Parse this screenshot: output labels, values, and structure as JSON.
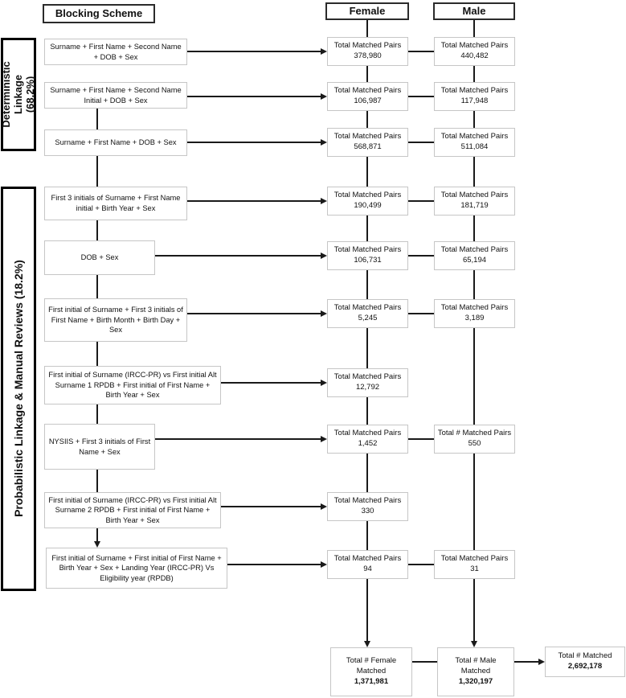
{
  "header": {
    "blocking": "Blocking Scheme",
    "female": "Female",
    "male": "Male"
  },
  "side_labels": [
    "Deterministic Linkage (68.2%)",
    "Probabilistic Linkage & Manual Reviews (18.2%)"
  ],
  "rows": [
    {
      "scheme": "Surname + First Name + Second Name + DOB + Sex",
      "female": {
        "label": "Total Matched Pairs",
        "value": "378,980"
      },
      "male": {
        "label": "Total Matched Pairs",
        "value": "440,482"
      }
    },
    {
      "scheme": "Surname + First Name + Second Name Initial + DOB + Sex",
      "female": {
        "label": "Total Matched Pairs",
        "value": "106,987"
      },
      "male": {
        "label": "Total Matched Pairs",
        "value": "117,948"
      }
    },
    {
      "scheme": "Surname + First Name + DOB + Sex",
      "female": {
        "label": "Total Matched Pairs",
        "value": "568,871"
      },
      "male": {
        "label": "Total Matched Pairs",
        "value": "511,084"
      }
    },
    {
      "scheme": "First 3 initials of Surname + First Name initial + Birth Year + Sex",
      "female": {
        "label": "Total Matched Pairs",
        "value": "190,499"
      },
      "male": {
        "label": "Total Matched Pairs",
        "value": "181,719"
      }
    },
    {
      "scheme": "DOB + Sex",
      "female": {
        "label": "Total Matched Pairs",
        "value": "106,731"
      },
      "male": {
        "label": "Total Matched Pairs",
        "value": "65,194"
      }
    },
    {
      "scheme": "First initial of Surname + First 3 initials of First Name + Birth Month + Birth Day + Sex",
      "female": {
        "label": "Total Matched Pairs",
        "value": "5,245"
      },
      "male": {
        "label": "Total Matched Pairs",
        "value": "3,189"
      }
    },
    {
      "scheme": "First initial of Surname (IRCC-PR) vs First initial Alt Surname 1 RPDB + First initial of First Name + Birth Year + Sex",
      "female": {
        "label": "Total Matched Pairs",
        "value": "12,792"
      }
    },
    {
      "scheme": "NYSIIS + First 3 initials of First Name + Sex",
      "female": {
        "label": "Total Matched Pairs",
        "value": "1,452"
      },
      "male": {
        "label": "Total # Matched Pairs",
        "value": "550"
      }
    },
    {
      "scheme": "First initial of Surname (IRCC-PR) vs First initial Alt Surname 2 RPDB + First initial of First Name + Birth Year + Sex",
      "female": {
        "label": "Total Matched Pairs",
        "value": "330"
      }
    },
    {
      "scheme": "First initial of Surname + First initial of First Name + Birth Year + Sex + Landing Year (IRCC-PR) Vs Eligibility year (RPDB)",
      "female": {
        "label": "Total Matched Pairs",
        "value": "94"
      },
      "male": {
        "label": "Total Matched Pairs",
        "value": "31"
      }
    }
  ],
  "totals": {
    "female": {
      "label": "Total # Female Matched",
      "value": "1,371,981"
    },
    "male": {
      "label": "Total # Male Matched",
      "value": "1,320,197"
    },
    "overall": {
      "label": "Total # Matched",
      "value": "2,692,178"
    }
  }
}
